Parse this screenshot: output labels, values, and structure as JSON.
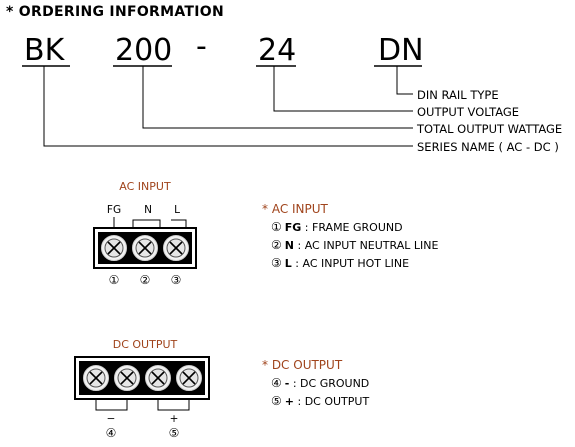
{
  "ordering": {
    "title": "* ORDERING INFORMATION",
    "code": {
      "series": "BK",
      "wattage": "200",
      "dash": "-",
      "voltage": "24",
      "type": "DN"
    },
    "callouts": {
      "type": "DIN RAIL TYPE",
      "voltage": "OUTPUT VOLTAGE",
      "wattage": "TOTAL OUTPUT WATTAGE",
      "series": "SERIES NAME ( AC - DC )"
    }
  },
  "ac_input": {
    "title": "AC INPUT",
    "pins": [
      "FG",
      "N",
      "L"
    ],
    "numbers": [
      "①",
      "②",
      "③"
    ],
    "notes": {
      "header": "* AC INPUT",
      "items": [
        {
          "num": "①",
          "key": "FG",
          "sep": " : ",
          "desc": "FRAME GROUND"
        },
        {
          "num": "②",
          "key": "N",
          "sep": " : ",
          "desc": "AC INPUT NEUTRAL LINE"
        },
        {
          "num": "③",
          "key": "L",
          "sep": " : ",
          "desc": "AC INPUT HOT LINE"
        }
      ]
    }
  },
  "dc_output": {
    "title": "DC OUTPUT",
    "polarity": [
      "−",
      "+"
    ],
    "numbers": [
      "④",
      "⑤"
    ],
    "notes": {
      "header": "* DC OUTPUT",
      "items": [
        {
          "num": "④",
          "key": "-",
          "sep": " : ",
          "desc": "DC GROUND"
        },
        {
          "num": "⑤",
          "key": "+",
          "sep": " : ",
          "desc": "DC OUTPUT"
        }
      ]
    }
  }
}
